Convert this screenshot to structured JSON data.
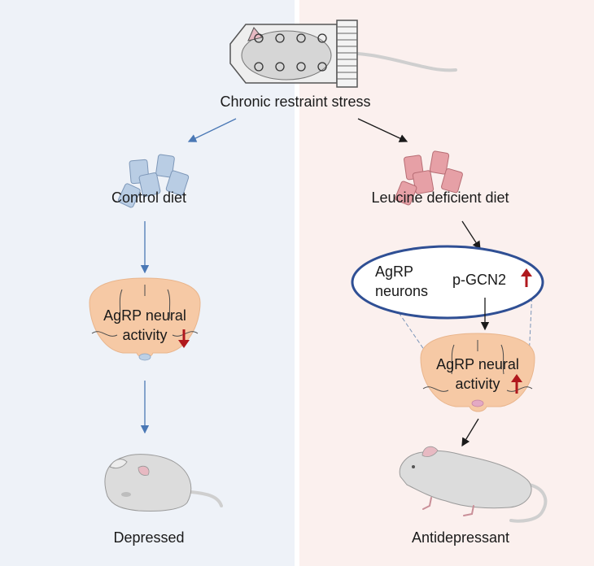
{
  "top": {
    "label": "Chronic restraint stress"
  },
  "left": {
    "diet_label": "Control diet",
    "brain_line1": "AgRP neural",
    "brain_line2": "activity",
    "outcome": "Depressed"
  },
  "right": {
    "diet_label": "Leucine deficient diet",
    "neuron_line1": "AgRP",
    "neuron_line2": "neurons",
    "pgcn2": "p-GCN2",
    "brain_line1": "AgRP neural",
    "brain_line2": "activity",
    "outcome": "Antidepressant"
  },
  "colors": {
    "left_panel": "#eef2f8",
    "right_panel": "#fbf0ee",
    "arrow_left": "#4a78b5",
    "arrow_right": "#1a1a1a",
    "indicator": "#b0181d",
    "ellipse": "#2f4f94",
    "brain": "#f6c9a5",
    "control_pellet": "#b9cde4",
    "leucine_pellet": "#e6a0a6"
  }
}
